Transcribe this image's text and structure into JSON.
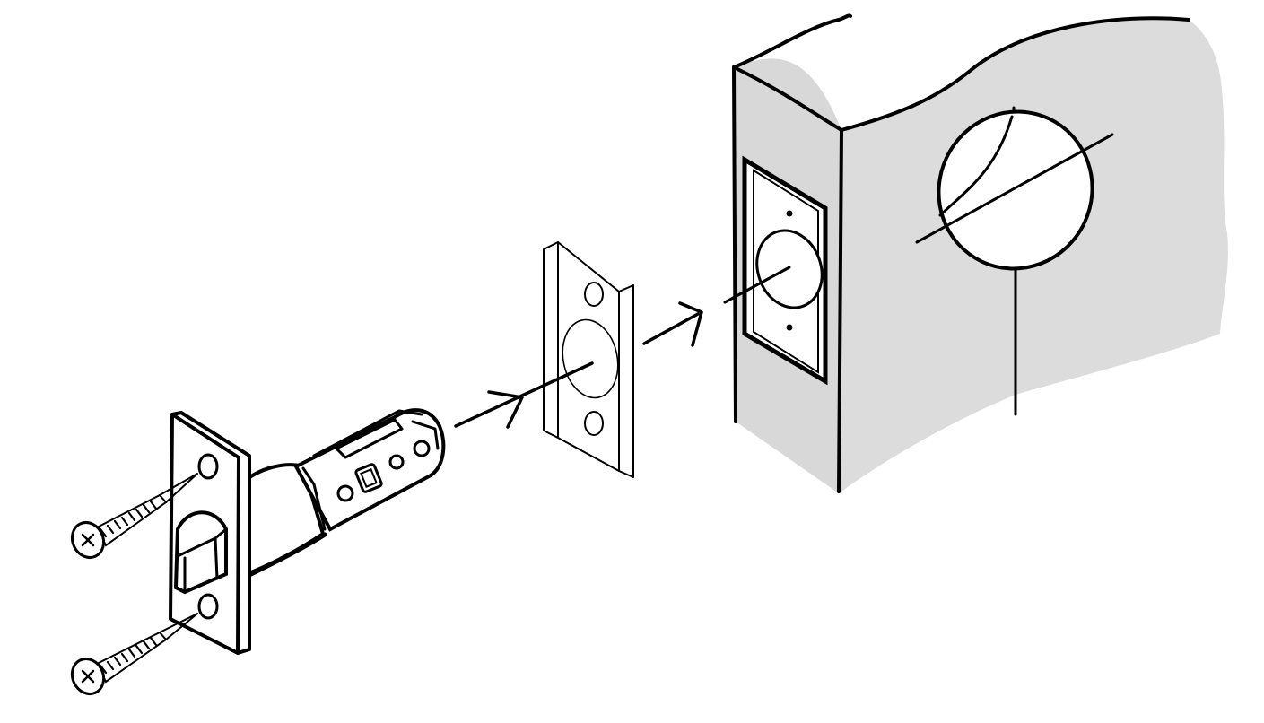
{
  "diagram": {
    "type": "exploded-assembly",
    "style": "black-ink line drawing",
    "colors": {
      "ink": "#000000",
      "door": "#dcdcdc",
      "background": "#ffffff",
      "part_fill": "#ffffff"
    },
    "components": [
      {
        "name": "wood-screw",
        "count": 2
      },
      {
        "name": "latch-assembly",
        "count": 1
      },
      {
        "name": "drive-in-adapter-plate",
        "count": 1
      },
      {
        "name": "door-edge-mortise",
        "count": 1
      },
      {
        "name": "door-cross-bore",
        "count": 1
      }
    ],
    "arrows": [
      {
        "name": "latch-to-adapter-arrow"
      },
      {
        "name": "adapter-to-door-arrow"
      }
    ]
  }
}
